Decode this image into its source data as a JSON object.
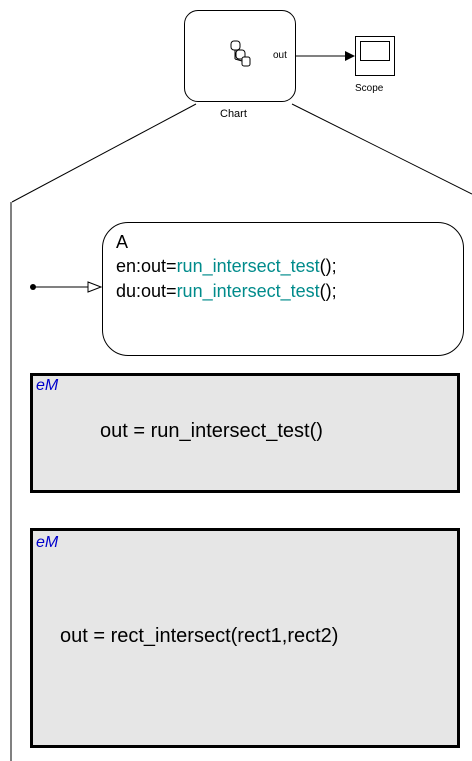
{
  "top": {
    "chart": {
      "output_port": "out",
      "caption": "Chart",
      "icon": "stateflow-chart-icon"
    },
    "scope": {
      "caption": "Scope",
      "icon": "scope-icon"
    }
  },
  "state_a": {
    "name": "A",
    "entry": {
      "prefix": "en:out=",
      "function": "run_intersect_test",
      "suffix": "();"
    },
    "during": {
      "prefix": "du:out=",
      "function": "run_intersect_test",
      "suffix": "();"
    }
  },
  "em_blocks": [
    {
      "label": "eM",
      "code": "out = run_intersect_test()"
    },
    {
      "label": "eM",
      "code": "out = rect_intersect(rect1,rect2)"
    }
  ],
  "colors": {
    "function_name": "#008b8b",
    "em_label": "#0000cc",
    "em_fill": "#e6e6e6"
  }
}
